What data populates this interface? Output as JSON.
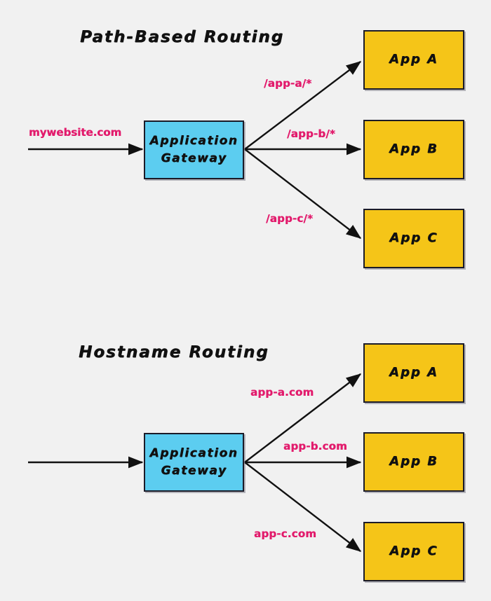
{
  "background_color": "#f1f1f1",
  "palette": {
    "gateway_fill": "#5ccdf0",
    "app_fill": "#f5c518",
    "stroke": "#1b1b28",
    "label_pink": "#e21b6c",
    "title_black": "#111111"
  },
  "sections": {
    "path_based": {
      "title": "Path-Based Routing",
      "gateway": {
        "line1": "Application",
        "line2": "Gateway"
      },
      "source_label": "mywebsite.com",
      "routes": [
        {
          "label": "/app-a/*",
          "target": "App A"
        },
        {
          "label": "/app-b/*",
          "target": "App B"
        },
        {
          "label": "/app-c/*",
          "target": "App C"
        }
      ]
    },
    "hostname": {
      "title": "Hostname Routing",
      "gateway": {
        "line1": "Application",
        "line2": "Gateway"
      },
      "source_label": "",
      "routes": [
        {
          "label": "app-a.com",
          "target": "App A"
        },
        {
          "label": "app-b.com",
          "target": "App B"
        },
        {
          "label": "app-c.com",
          "target": "App C"
        }
      ]
    }
  }
}
